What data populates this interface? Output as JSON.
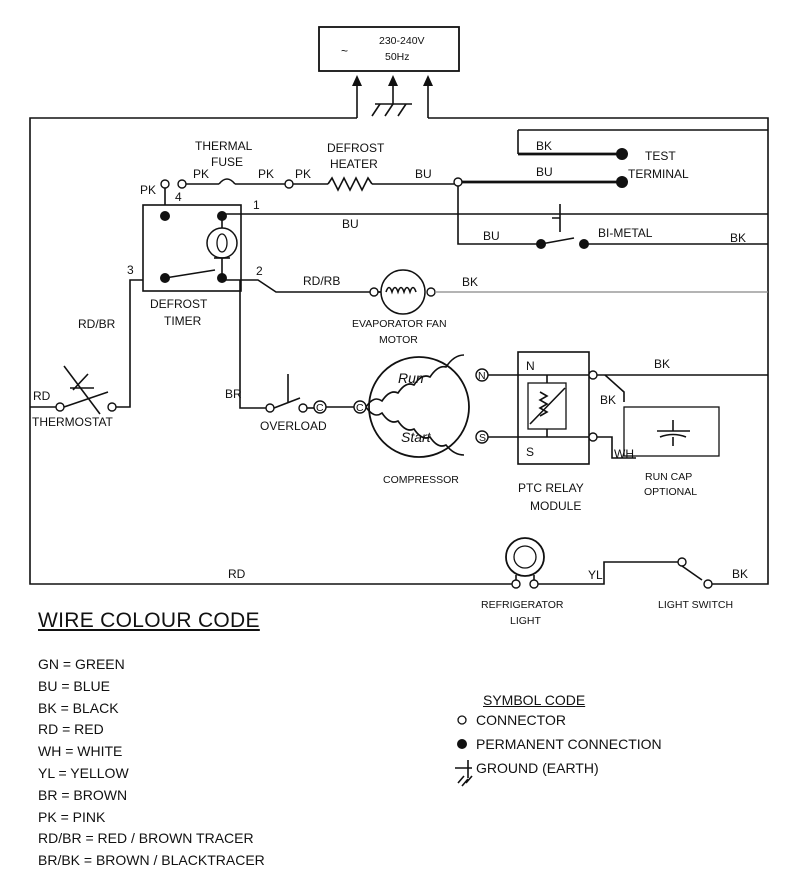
{
  "supply": {
    "symbol": "~",
    "voltage": "230-240V",
    "frequency": "50Hz"
  },
  "labels": {
    "thermal_fuse_1": "THERMAL",
    "thermal_fuse_2": "FUSE",
    "defrost_heater_1": "DEFROST",
    "defrost_heater_2": "HEATER",
    "test_terminal_1": "TEST",
    "test_terminal_2": "TERMINAL",
    "bi_metal": "BI-METAL",
    "defrost_timer_1": "DEFROST",
    "defrost_timer_2": "TIMER",
    "evap_fan_1": "EVAPORATOR FAN",
    "evap_fan_2": "MOTOR",
    "thermostat": "THERMOSTAT",
    "overload": "OVERLOAD",
    "compressor": "COMPRESSOR",
    "run": "Run",
    "start": "Start",
    "ptc_relay_1": "PTC RELAY",
    "ptc_relay_2": "MODULE",
    "run_cap_1": "RUN CAP",
    "run_cap_2": "OPTIONAL",
    "fridge_light_1": "REFRIGERATOR",
    "fridge_light_2": "LIGHT",
    "light_switch": "LIGHT SWITCH"
  },
  "wires": {
    "pk": "PK",
    "bu": "BU",
    "bk": "BK",
    "rdbr": "RD/BR",
    "rdrb": "RD/RB",
    "rd": "RD",
    "br": "BR",
    "wh": "WH",
    "yl": "YL"
  },
  "terminals": {
    "t1": "1",
    "t2": "2",
    "t3": "3",
    "t4": "4",
    "n": "N",
    "s": "S",
    "c": "C"
  },
  "wire_colour_code": {
    "title": "WIRE COLOUR CODE",
    "items": [
      "GN = GREEN",
      "BU = BLUE",
      "BK = BLACK",
      "RD = RED",
      "WH = WHITE",
      "YL = YELLOW",
      "BR = BROWN",
      "PK = PINK",
      "RD/BR = RED / BROWN TRACER",
      "BR/BK = BROWN / BLACKTRACER"
    ]
  },
  "symbol_code": {
    "title": "SYMBOL CODE",
    "connector": "CONNECTOR",
    "permanent": "PERMANENT CONNECTION",
    "ground": "GROUND (EARTH)"
  }
}
